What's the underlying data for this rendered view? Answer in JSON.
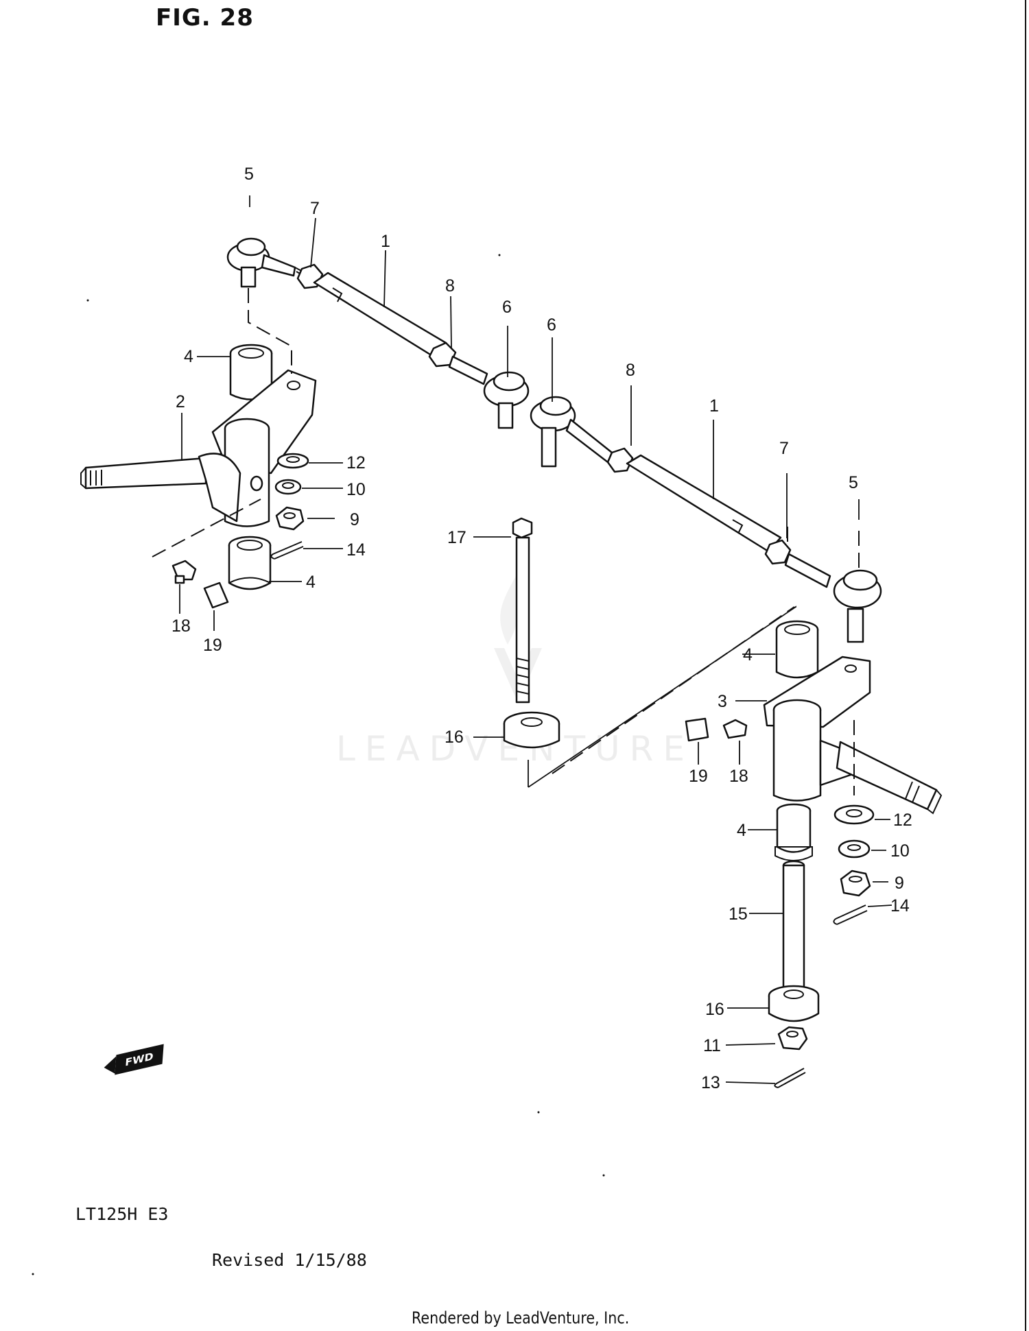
{
  "figure": {
    "title": "FIG. 28"
  },
  "callouts": [
    {
      "id": "c5a",
      "label": "5"
    },
    {
      "id": "c7a",
      "label": "7"
    },
    {
      "id": "c1a",
      "label": "1"
    },
    {
      "id": "c8a",
      "label": "8"
    },
    {
      "id": "c6a",
      "label": "6"
    },
    {
      "id": "c6b",
      "label": "6"
    },
    {
      "id": "c8b",
      "label": "8"
    },
    {
      "id": "c1b",
      "label": "1"
    },
    {
      "id": "c7b",
      "label": "7"
    },
    {
      "id": "c5b",
      "label": "5"
    },
    {
      "id": "c4a",
      "label": "4"
    },
    {
      "id": "c2",
      "label": "2"
    },
    {
      "id": "c12a",
      "label": "12"
    },
    {
      "id": "c10a",
      "label": "10"
    },
    {
      "id": "c9a",
      "label": "9"
    },
    {
      "id": "c14a",
      "label": "14"
    },
    {
      "id": "c4b",
      "label": "4"
    },
    {
      "id": "c18a",
      "label": "18"
    },
    {
      "id": "c19a",
      "label": "19"
    },
    {
      "id": "c17",
      "label": "17"
    },
    {
      "id": "c16a",
      "label": "16"
    },
    {
      "id": "c4c",
      "label": "4"
    },
    {
      "id": "c3",
      "label": "3"
    },
    {
      "id": "c19b",
      "label": "19"
    },
    {
      "id": "c18b",
      "label": "18"
    },
    {
      "id": "c12b",
      "label": "12"
    },
    {
      "id": "c4d",
      "label": "4"
    },
    {
      "id": "c10b",
      "label": "10"
    },
    {
      "id": "c9b",
      "label": "9"
    },
    {
      "id": "c14b",
      "label": "14"
    },
    {
      "id": "c15",
      "label": "15"
    },
    {
      "id": "c16b",
      "label": "16"
    },
    {
      "id": "c11",
      "label": "11"
    },
    {
      "id": "c13",
      "label": "13"
    }
  ],
  "fwd_badge": {
    "label": "FWD"
  },
  "footer": {
    "model": "LT125H E3",
    "revised": "Revised 1/15/88",
    "rendered_by": "Rendered by LeadVenture, Inc."
  },
  "watermark": {
    "text": "LEADVENTURE"
  }
}
